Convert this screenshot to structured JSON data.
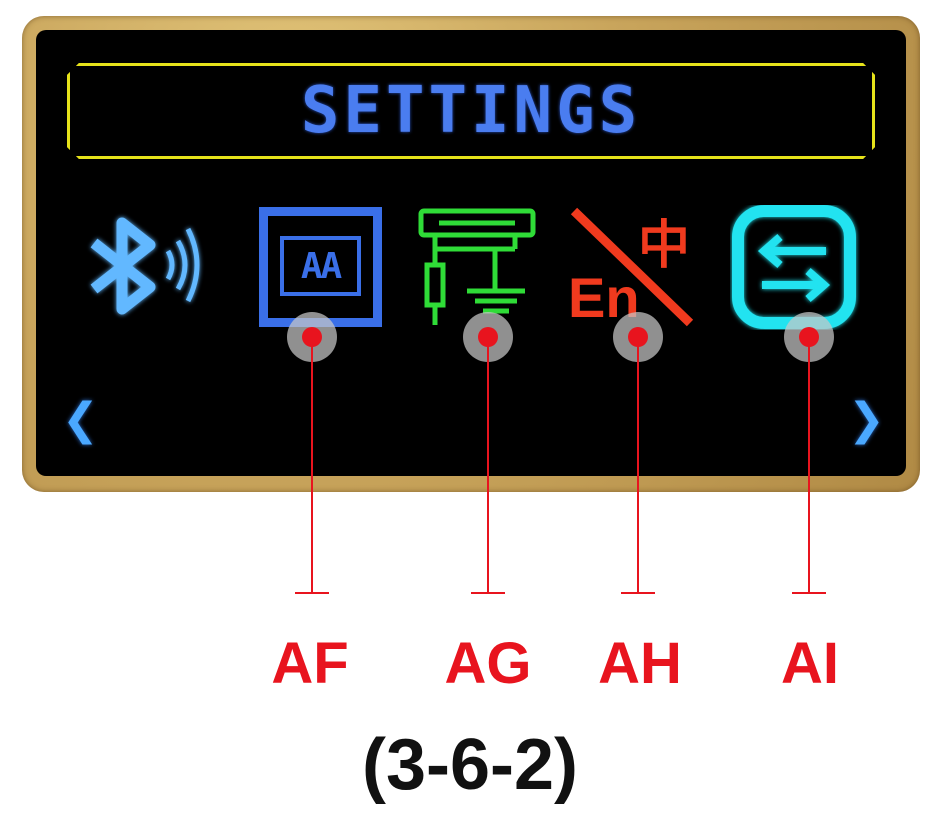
{
  "screen": {
    "title": "SETTINGS",
    "icons": [
      {
        "name": "bluetooth-icon",
        "color": "#62b8ff"
      },
      {
        "name": "font-size-icon",
        "text": "AA",
        "color": "#3a6fe8"
      },
      {
        "name": "connector-icon",
        "color": "#2fdc37"
      },
      {
        "name": "language-icon",
        "text_en": "En",
        "text_zh": "中",
        "color": "#f03a1e"
      },
      {
        "name": "switch-icon",
        "color": "#20e3f0"
      }
    ],
    "nav": {
      "left": "❮",
      "right": "❯",
      "color": "#4aa8ff"
    }
  },
  "callouts": [
    {
      "label": "AF"
    },
    {
      "label": "AG"
    },
    {
      "label": "AH"
    },
    {
      "label": "AI"
    }
  ],
  "caption": "(3-6-2)",
  "colors": {
    "callout": "#e8141e",
    "frame": "#e6e21a",
    "title": "#4a7df0"
  }
}
